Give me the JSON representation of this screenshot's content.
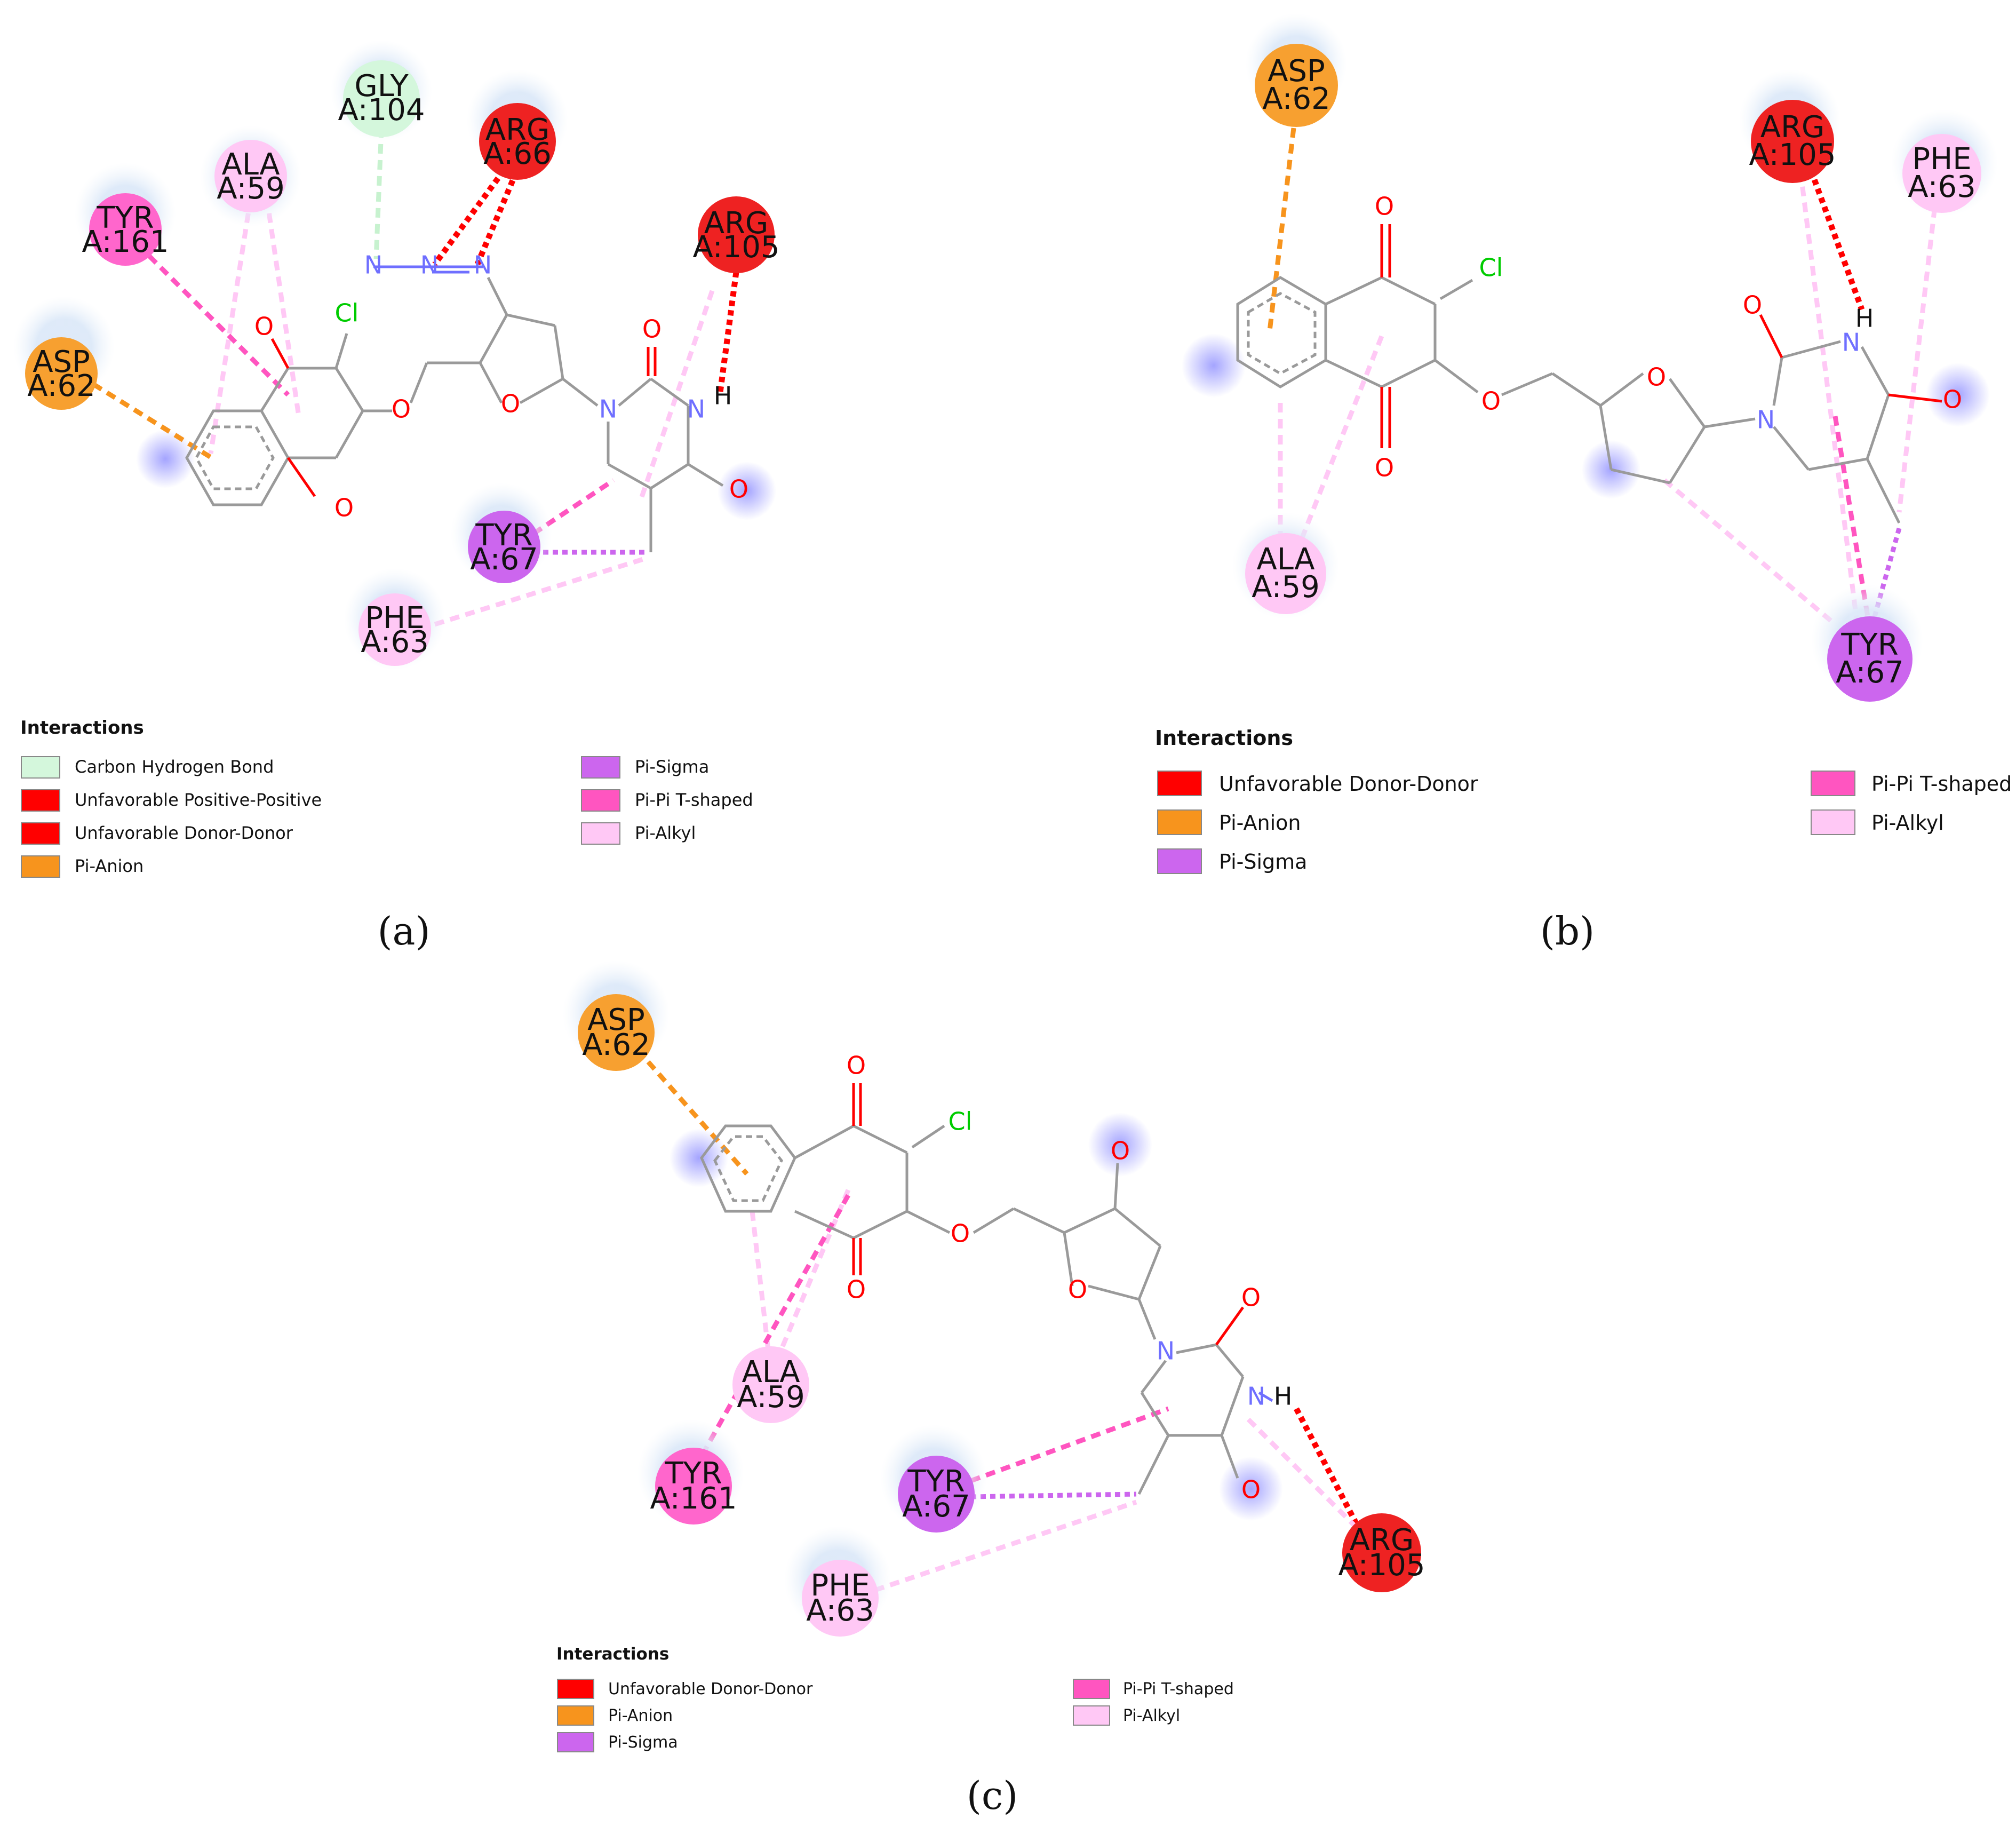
{
  "colors": {
    "carbon_hydrogen_bond": "#d4f7dc",
    "unfavorable_positive_positive": "#ff0000",
    "unfavorable_donor_donor": "#ff0000",
    "pi_anion": "#f7941d",
    "pi_sigma": "#cc66ee",
    "pi_pi_t_shaped": "#ff55c0",
    "pi_alkyl": "#ffc8f5",
    "bond": "#9a9a9a",
    "oxygen": "#ff0000",
    "nitrogen": "#6f6fff",
    "chlorine": "#00cc00"
  },
  "panels": [
    {
      "caption": "(a)",
      "legend": {
        "title": "Interactions",
        "left": [
          {
            "label": "Carbon Hydrogen Bond",
            "color": "#d4f7dc"
          },
          {
            "label": "Unfavorable Positive-Positive",
            "color": "#ff0000"
          },
          {
            "label": "Unfavorable Donor-Donor",
            "color": "#ff0000"
          },
          {
            "label": "Pi-Anion",
            "color": "#f7941d"
          }
        ],
        "right": [
          {
            "label": "Pi-Sigma",
            "color": "#cc66ee"
          },
          {
            "label": "Pi-Pi T-shaped",
            "color": "#ff55c0"
          },
          {
            "label": "Pi-Alkyl",
            "color": "#ffc8f5"
          }
        ]
      },
      "residues": [
        {
          "name": "GLY",
          "chain": "A:104",
          "type": "carbon_hydrogen_bond"
        },
        {
          "name": "ARG",
          "chain": "A:66",
          "type": "unfavorable_positive_positive"
        },
        {
          "name": "ARG",
          "chain": "A:105",
          "type": "unfavorable_donor_donor"
        },
        {
          "name": "ALA",
          "chain": "A:59",
          "type": "pi_alkyl"
        },
        {
          "name": "TYR",
          "chain": "A:161",
          "type": "pi_pi_t_shaped"
        },
        {
          "name": "ASP",
          "chain": "A:62",
          "type": "pi_anion"
        },
        {
          "name": "TYR",
          "chain": "A:67",
          "type": "pi_sigma"
        },
        {
          "name": "PHE",
          "chain": "A:63",
          "type": "pi_alkyl"
        }
      ],
      "atoms": {
        "cl": "Cl",
        "o": "O",
        "n": "N",
        "h": "H"
      }
    },
    {
      "caption": "(b)",
      "legend": {
        "title": "Interactions",
        "left": [
          {
            "label": "Unfavorable Donor-Donor",
            "color": "#ff0000"
          },
          {
            "label": "Pi-Anion",
            "color": "#f7941d"
          },
          {
            "label": "Pi-Sigma",
            "color": "#cc66ee"
          }
        ],
        "right": [
          {
            "label": "Pi-Pi T-shaped",
            "color": "#ff55c0"
          },
          {
            "label": "Pi-Alkyl",
            "color": "#ffc8f5"
          }
        ]
      },
      "residues": [
        {
          "name": "ASP",
          "chain": "A:62",
          "type": "pi_anion"
        },
        {
          "name": "ARG",
          "chain": "A:105",
          "type": "unfavorable_donor_donor"
        },
        {
          "name": "PHE",
          "chain": "A:63",
          "type": "pi_alkyl"
        },
        {
          "name": "ALA",
          "chain": "A:59",
          "type": "pi_alkyl"
        },
        {
          "name": "TYR",
          "chain": "A:67",
          "type": "pi_sigma"
        }
      ],
      "atoms": {
        "cl": "Cl",
        "o": "O",
        "n": "N",
        "h": "H"
      }
    },
    {
      "caption": "(c)",
      "legend": {
        "title": "Interactions",
        "left": [
          {
            "label": "Unfavorable Donor-Donor",
            "color": "#ff0000"
          },
          {
            "label": "Pi-Anion",
            "color": "#f7941d"
          },
          {
            "label": "Pi-Sigma",
            "color": "#cc66ee"
          }
        ],
        "right": [
          {
            "label": "Pi-Pi T-shaped",
            "color": "#ff55c0"
          },
          {
            "label": "Pi-Alkyl",
            "color": "#ffc8f5"
          }
        ]
      },
      "residues": [
        {
          "name": "ASP",
          "chain": "A:62",
          "type": "pi_anion"
        },
        {
          "name": "ALA",
          "chain": "A:59",
          "type": "pi_alkyl"
        },
        {
          "name": "TYR",
          "chain": "A:161",
          "type": "pi_pi_t_shaped"
        },
        {
          "name": "TYR",
          "chain": "A:67",
          "type": "pi_sigma"
        },
        {
          "name": "PHE",
          "chain": "A:63",
          "type": "pi_alkyl"
        },
        {
          "name": "ARG",
          "chain": "A:105",
          "type": "unfavorable_donor_donor"
        }
      ],
      "atoms": {
        "cl": "Cl",
        "o": "O",
        "n": "N",
        "h": "H"
      }
    }
  ]
}
